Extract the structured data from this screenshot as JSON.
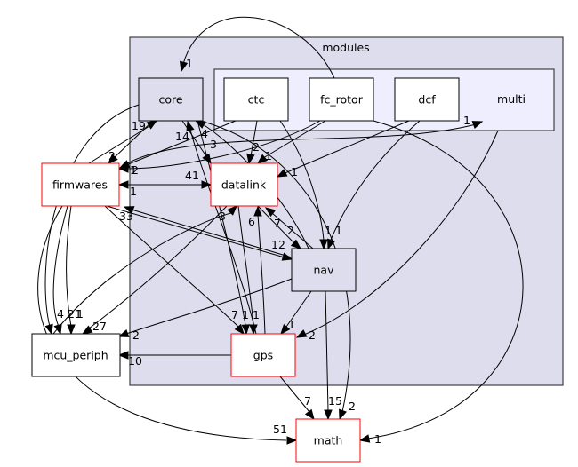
{
  "diagram": {
    "type": "directory-dependency-graph",
    "clusters": [
      {
        "id": "modules",
        "label": "modules"
      },
      {
        "id": "multi",
        "label": "multi"
      }
    ],
    "nodes": [
      {
        "id": "core",
        "label": "core",
        "style": "in-cluster"
      },
      {
        "id": "ctc",
        "label": "ctc",
        "style": "subdir"
      },
      {
        "id": "fc_rotor",
        "label": "fc_rotor",
        "style": "subdir"
      },
      {
        "id": "dcf",
        "label": "dcf",
        "style": "subdir"
      },
      {
        "id": "firmwares",
        "label": "firmwares",
        "style": "external-highlight"
      },
      {
        "id": "datalink",
        "label": "datalink",
        "style": "highlight"
      },
      {
        "id": "nav",
        "label": "nav",
        "style": "in-cluster"
      },
      {
        "id": "mcu_periph",
        "label": "mcu_periph",
        "style": "external"
      },
      {
        "id": "gps",
        "label": "gps",
        "style": "highlight"
      },
      {
        "id": "math",
        "label": "math",
        "style": "external-highlight"
      }
    ],
    "edges": [
      {
        "from": "fc_rotor",
        "to": "core",
        "label": "1"
      },
      {
        "from": "core",
        "to": "firmwares",
        "label": "2"
      },
      {
        "from": "firmwares",
        "to": "core",
        "label": "19"
      },
      {
        "from": "core",
        "to": "datalink",
        "label": "3"
      },
      {
        "from": "gps",
        "to": "core",
        "label": "14"
      },
      {
        "from": "nav",
        "to": "core",
        "label": "4"
      },
      {
        "from": "ctc",
        "to": "datalink",
        "label": "2"
      },
      {
        "from": "fc_rotor",
        "to": "datalink",
        "label": "1"
      },
      {
        "from": "dcf",
        "to": "datalink",
        "label": "1"
      },
      {
        "from": "ctc",
        "to": "firmwares",
        "label": "1"
      },
      {
        "from": "fc_rotor",
        "to": "firmwares",
        "label": "2"
      },
      {
        "from": "firmwares",
        "to": "datalink",
        "label": "41"
      },
      {
        "from": "datalink",
        "to": "firmwares",
        "label": "1"
      },
      {
        "from": "nav",
        "to": "firmwares",
        "label": "33"
      },
      {
        "from": "firmwares",
        "to": "nav",
        "label": "12"
      },
      {
        "from": "datalink",
        "to": "nav",
        "label": "2"
      },
      {
        "from": "nav",
        "to": "datalink",
        "label": "7"
      },
      {
        "from": "gps",
        "to": "datalink",
        "label": "6"
      },
      {
        "from": "mcu_periph",
        "to": "datalink",
        "label": "3"
      },
      {
        "from": "ctc",
        "to": "nav",
        "label": "1"
      },
      {
        "from": "dcf",
        "to": "nav",
        "label": "1"
      },
      {
        "from": "firmwares",
        "to": "multi",
        "label": "1"
      },
      {
        "from": "multi",
        "to": "gps",
        "label": "2"
      },
      {
        "from": "firmwares",
        "to": "gps",
        "label": "7"
      },
      {
        "from": "core",
        "to": "gps",
        "label": "1"
      },
      {
        "from": "datalink",
        "to": "gps",
        "label": "1"
      },
      {
        "from": "nav",
        "to": "gps",
        "label": "1"
      },
      {
        "from": "firmwares",
        "to": "mcu_periph",
        "label": "4"
      },
      {
        "from": "firmwares",
        "to": "mcu_periph",
        "label": "21"
      },
      {
        "from": "core",
        "to": "mcu_periph",
        "label": "1"
      },
      {
        "from": "datalink",
        "to": "mcu_periph",
        "label": "27"
      },
      {
        "from": "nav",
        "to": "mcu_periph",
        "label": "2"
      },
      {
        "from": "gps",
        "to": "mcu_periph",
        "label": "10"
      },
      {
        "from": "gps",
        "to": "math",
        "label": "7"
      },
      {
        "from": "nav",
        "to": "math",
        "label": "15"
      },
      {
        "from": "core",
        "to": "math",
        "label": "2"
      },
      {
        "from": "fc_rotor",
        "to": "math",
        "label": "1"
      },
      {
        "from": "firmwares",
        "to": "math",
        "label": "51"
      }
    ]
  },
  "colors": {
    "cluster_outer_fill": "#ddddee",
    "cluster_inner_fill": "#eeeeff",
    "highlight_border": "#ff0000",
    "normal_border": "#000000",
    "edge": "#000000"
  }
}
